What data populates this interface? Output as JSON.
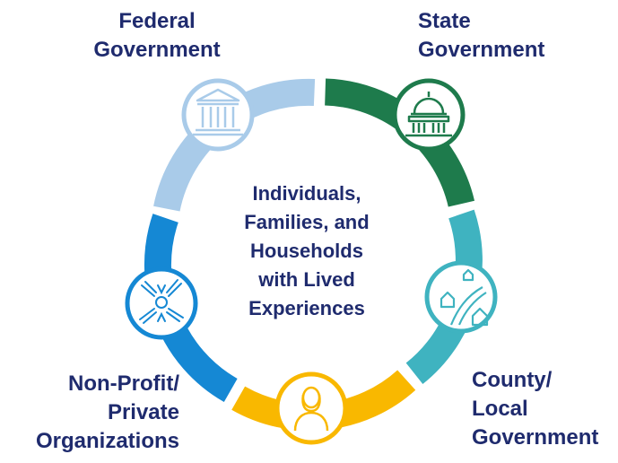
{
  "center": {
    "lines": [
      "Individuals,",
      "Families, and",
      "Households",
      "with Lived",
      "Experiences"
    ]
  },
  "nodes": {
    "federal": {
      "label_lines": [
        "Federal",
        "Government"
      ],
      "color": "#a9cbe9",
      "icon": "courthouse-icon"
    },
    "state": {
      "label_lines": [
        "State",
        "Government"
      ],
      "color": "#1e7b4c",
      "icon": "capitol-dome-icon"
    },
    "county": {
      "label_lines": [
        "County/",
        "Local",
        "Government"
      ],
      "color": "#3fb3c0",
      "icon": "houses-road-icon"
    },
    "individual": {
      "label_lines": [],
      "color": "#f9b800",
      "icon": "person-icon"
    },
    "nonprofit": {
      "label_lines": [
        "Non-Profit/",
        "Private",
        "Organizations"
      ],
      "color": "#1588d4",
      "icon": "joined-hands-icon"
    }
  },
  "colors": {
    "text": "#1f2b6e",
    "background": "#ffffff"
  }
}
